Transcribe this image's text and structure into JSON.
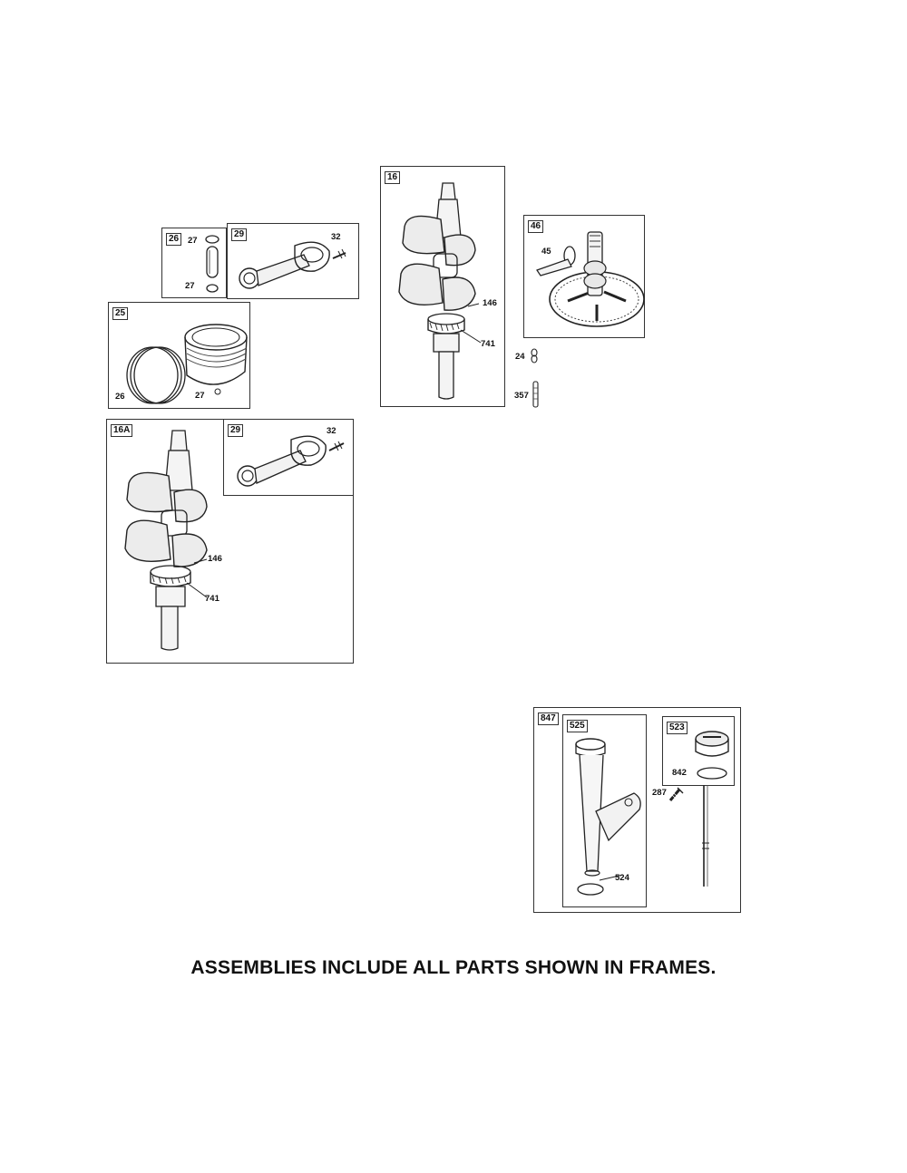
{
  "diagram": {
    "frames": [
      {
        "id": "26",
        "items": [
          "27",
          "27"
        ]
      },
      {
        "id": "29",
        "items": [
          "32"
        ]
      },
      {
        "id": "25",
        "items": [
          "26",
          "27"
        ]
      },
      {
        "id": "16",
        "items": [
          "146",
          "741"
        ]
      },
      {
        "id": "46",
        "items": [
          "45"
        ]
      },
      {
        "id": "16A",
        "items": [
          "146",
          "741"
        ]
      },
      {
        "id": "29",
        "items": [
          "32"
        ]
      },
      {
        "id": "847",
        "items": [
          "524"
        ]
      },
      {
        "id": "525",
        "items": []
      },
      {
        "id": "523",
        "items": [
          "842"
        ]
      }
    ],
    "loose_parts": [
      "24",
      "357",
      "287"
    ]
  },
  "footer": "ASSEMBLIES INCLUDE ALL PARTS SHOWN IN FRAMES."
}
